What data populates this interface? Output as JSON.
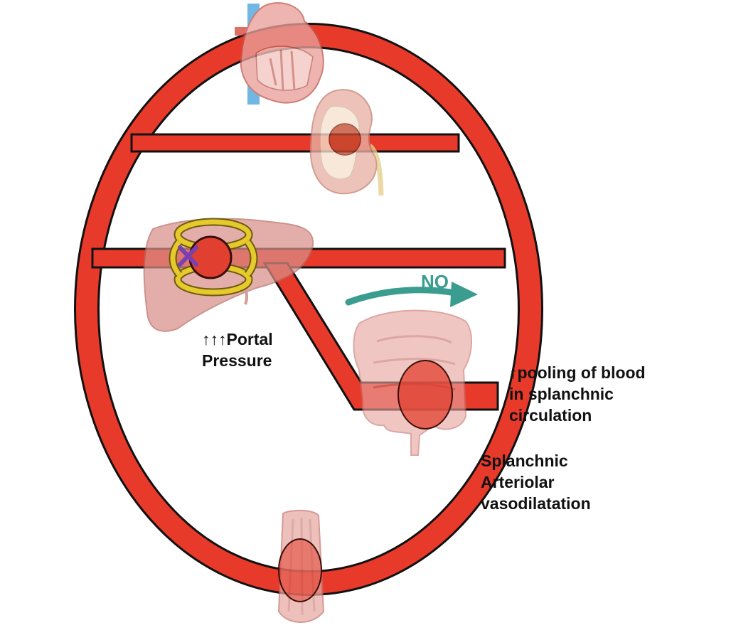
{
  "colors": {
    "vessel": "#e83a2a",
    "vessel_outline": "#111111",
    "no_arrow": "#3a9d8f",
    "constriction_ring": "#e6c92b",
    "blockage_mark": "#7a3fb0",
    "venous": "#4aa3dc"
  },
  "icons": {
    "heart": "heart-icon",
    "kidney": "kidney-icon",
    "liver": "liver-icon",
    "intestine": "intestine-icon",
    "muscle": "muscle-icon"
  },
  "labels": {
    "no": "NO",
    "portal_line1": "↑↑↑Portal",
    "portal_line2": "Pressure",
    "pooling_line1": "↑pooling of blood",
    "pooling_line2": "in splanchnic",
    "pooling_line3": "circulation",
    "splanchnic_line1": "Splanchnic",
    "splanchnic_line2": "Arteriolar",
    "splanchnic_line3": "vasodilatation"
  }
}
